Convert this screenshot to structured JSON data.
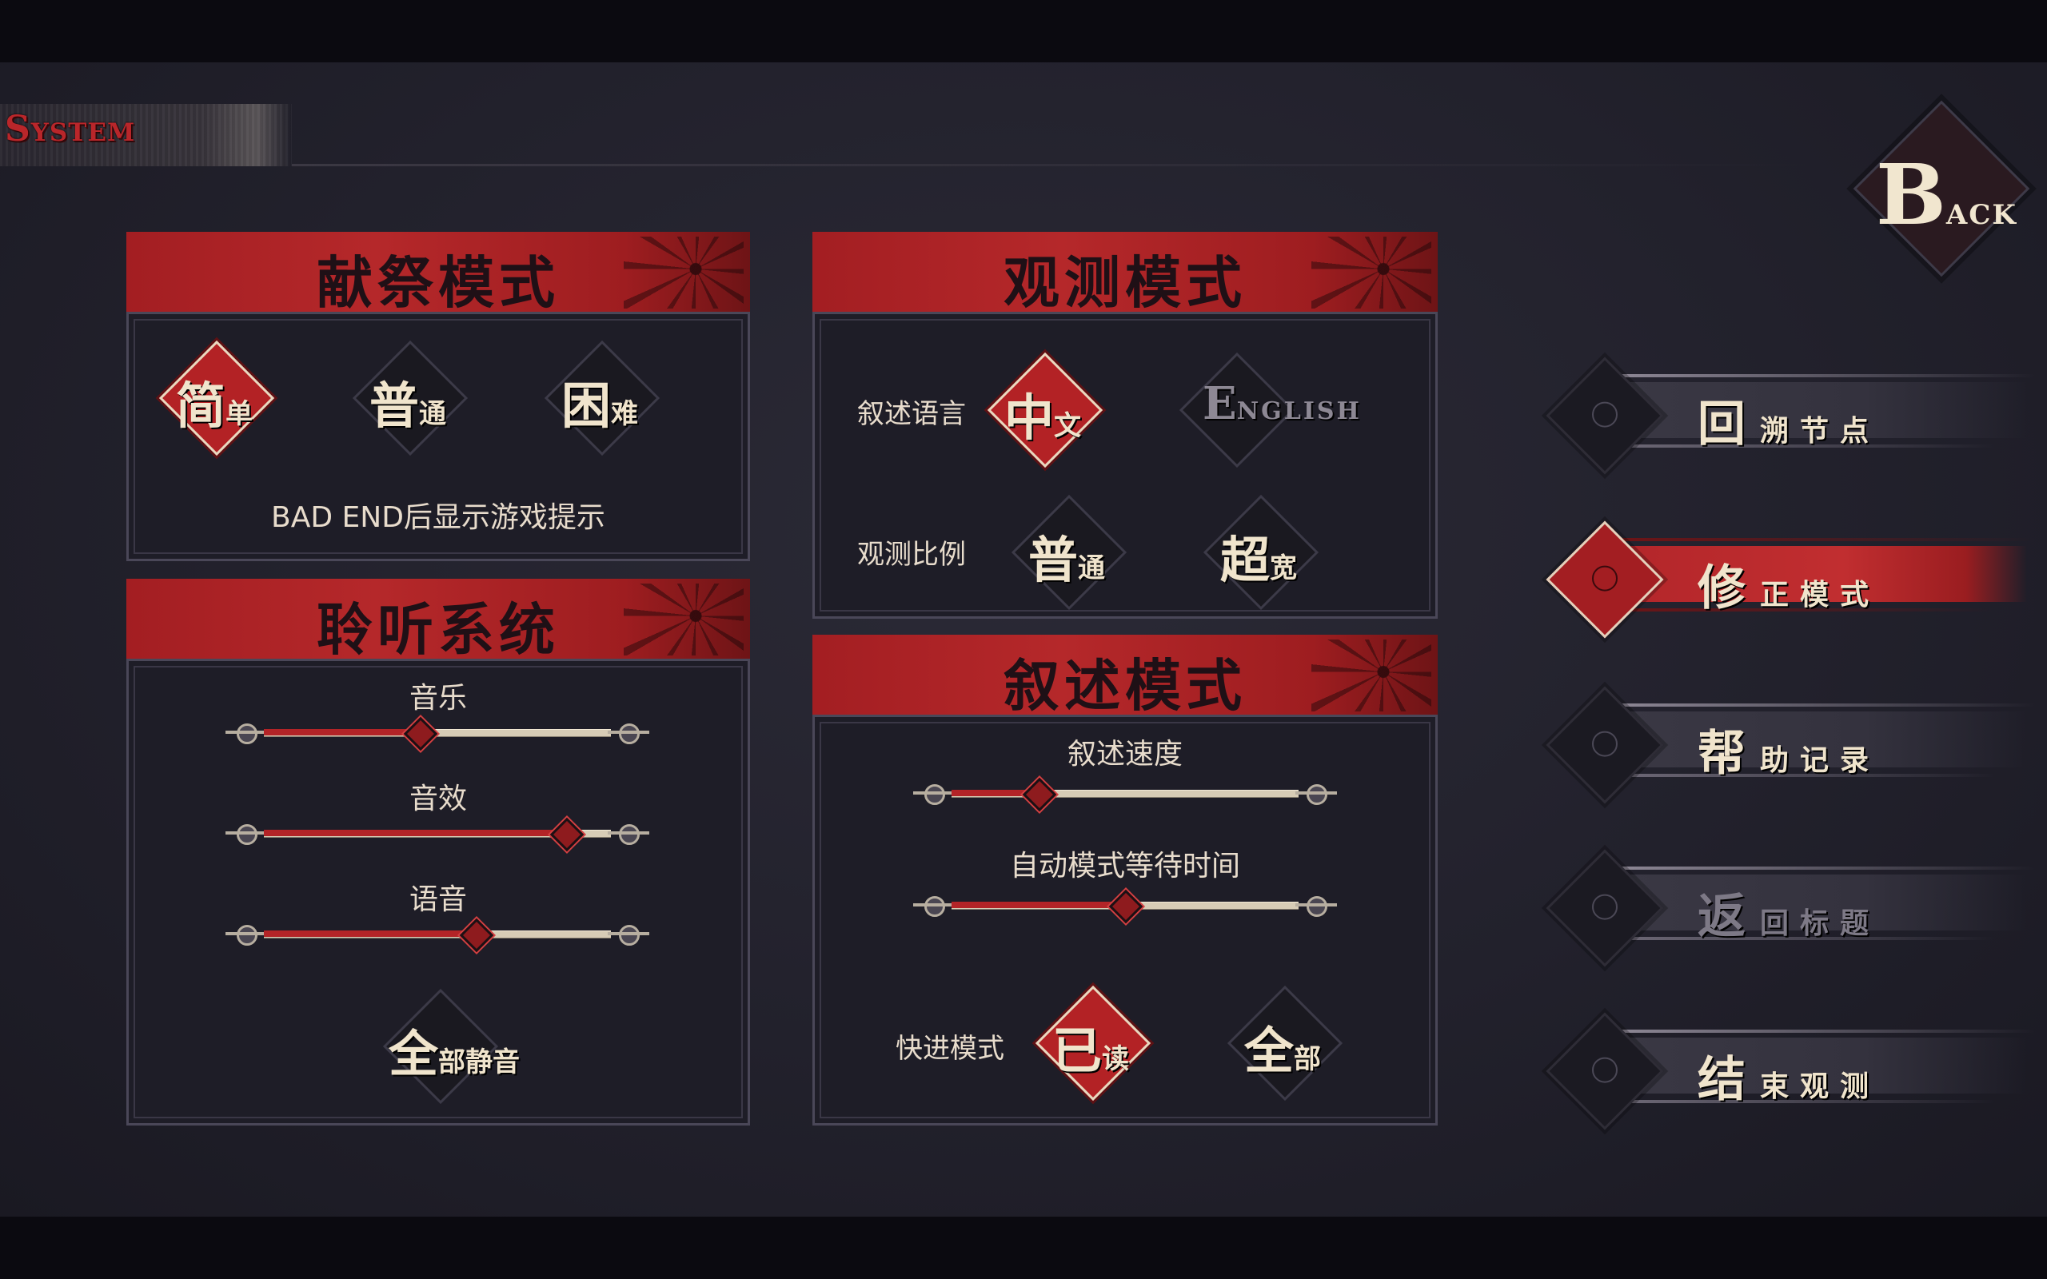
{
  "header": {
    "system_label": "System"
  },
  "back": {
    "big": "B",
    "small": "ACK"
  },
  "panels": {
    "sacrifice": {
      "title": "献祭模式",
      "options": [
        {
          "big": "简",
          "small": "单",
          "active": true
        },
        {
          "big": "普",
          "small": "通",
          "active": false
        },
        {
          "big": "困",
          "small": "难",
          "active": false
        }
      ],
      "hint": "BAD END后显示游戏提示"
    },
    "observe": {
      "title": "观测模式",
      "language_label": "叙述语言",
      "language_options": [
        {
          "big": "中",
          "small": "文",
          "active": true
        },
        {
          "big": "E",
          "small": "NGLISH",
          "active": false
        }
      ],
      "ratio_label": "观测比例",
      "ratio_options": [
        {
          "big": "普",
          "small": "通",
          "active": false
        },
        {
          "big": "超",
          "small": "宽",
          "active": false
        }
      ]
    },
    "listen": {
      "title": "聆听系统",
      "sliders": [
        {
          "label": "音乐",
          "value": 0.45
        },
        {
          "label": "音效",
          "value": 0.87
        },
        {
          "label": "语音",
          "value": 0.61
        }
      ],
      "mute": {
        "big": "全",
        "small": "部静音"
      }
    },
    "narrate": {
      "title": "叙述模式",
      "sliders": [
        {
          "label": "叙述速度",
          "value": 0.25
        },
        {
          "label": "自动模式等待时间",
          "value": 0.5
        }
      ],
      "skip_label": "快进模式",
      "skip_options": [
        {
          "big": "已",
          "small": "读",
          "active": true
        },
        {
          "big": "全",
          "small": "部",
          "active": false
        }
      ]
    }
  },
  "menu": [
    {
      "big": "回",
      "small": "溯节点",
      "active": false,
      "dim": false
    },
    {
      "big": "修",
      "small": "正模式",
      "active": true,
      "dim": false
    },
    {
      "big": "帮",
      "small": "助记录",
      "active": false,
      "dim": false
    },
    {
      "big": "返",
      "small": "回标题",
      "active": false,
      "dim": true
    },
    {
      "big": "结",
      "small": "束观测",
      "active": false,
      "dim": false
    }
  ],
  "colors": {
    "accent_red": "#b32225",
    "cream": "#f0e4cc",
    "panel_bg": "#1e1d27"
  }
}
